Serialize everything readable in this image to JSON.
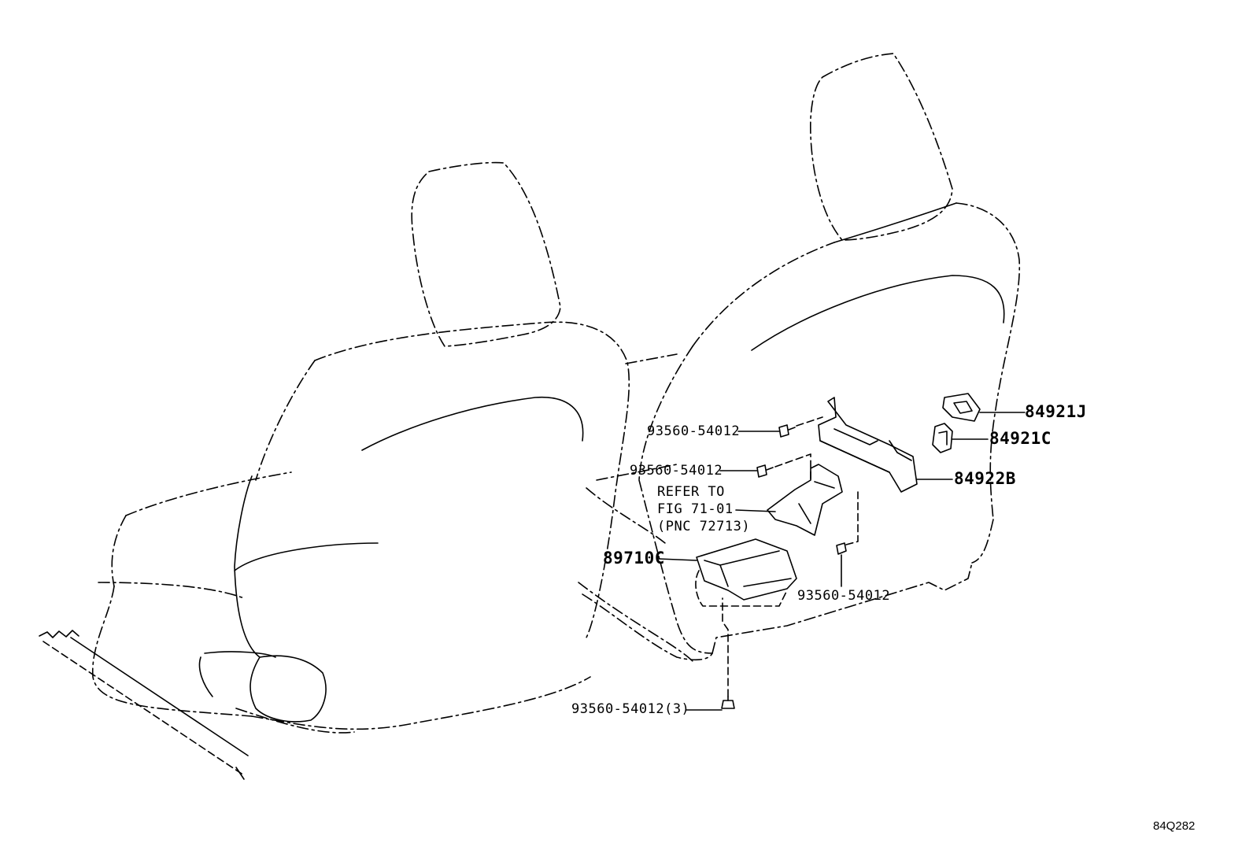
{
  "diagram": {
    "id": "84Q282",
    "callouts": {
      "sensor_84921J": "84921J",
      "sensor_84921C": "84921C",
      "bracket_84922B": "84922B",
      "bolt_upper": "93560-54012",
      "bolt_middle": "93560-54012",
      "bolt_lower": "93560-54012",
      "bolt_bottom": "93560-54012(3)",
      "ecu_89710C": "89710C",
      "refer_line1": "REFER TO",
      "refer_line2": "FIG 71-01",
      "refer_line3": "(PNC 72713)"
    }
  }
}
